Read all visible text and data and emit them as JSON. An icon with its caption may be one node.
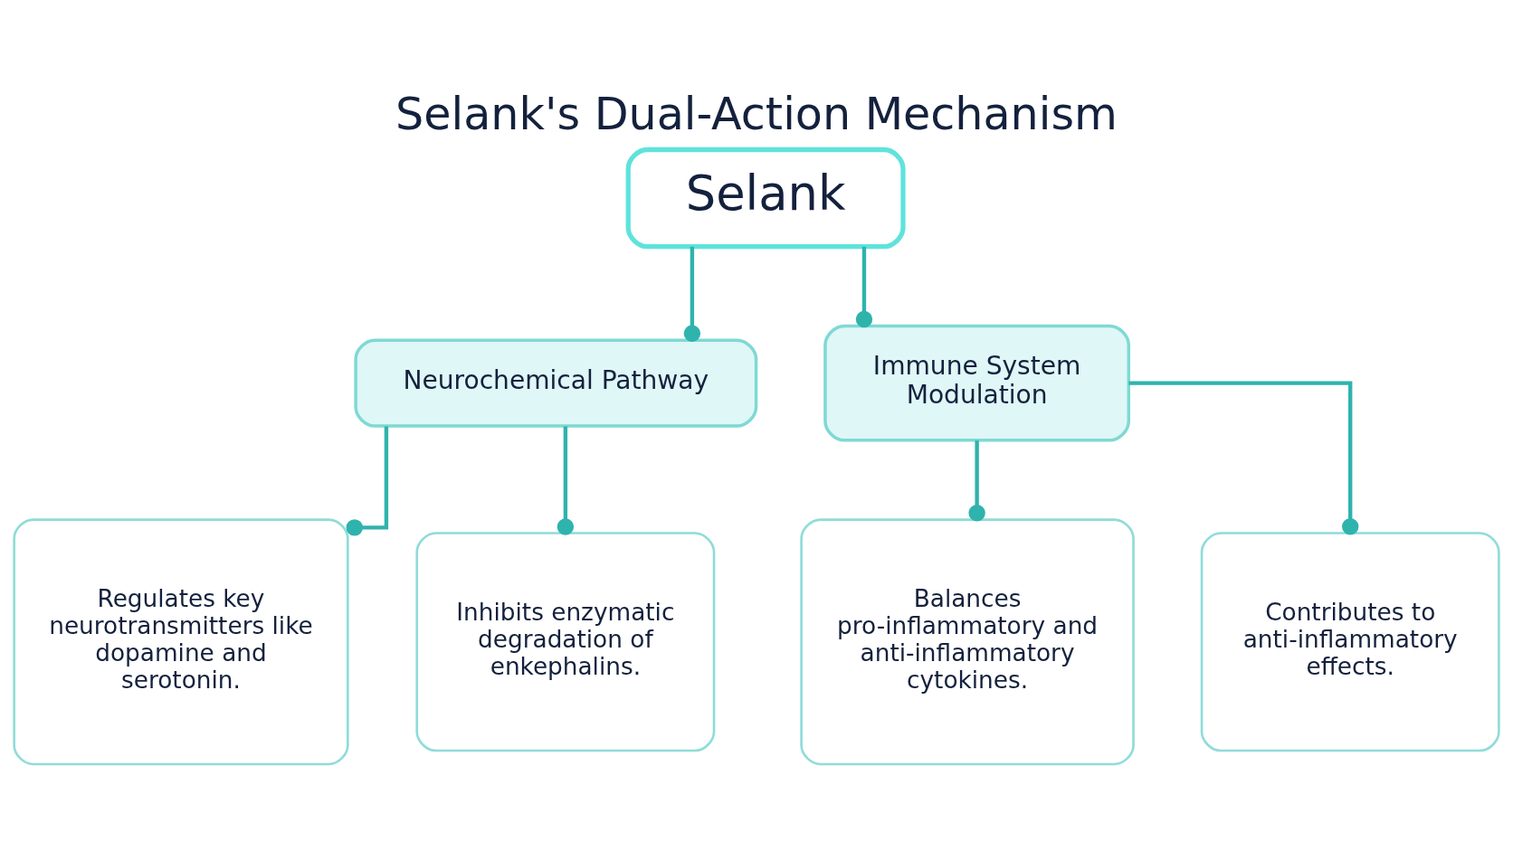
{
  "diagram": {
    "title": "Selank's Dual-Action Mechanism",
    "nodes": [
      {
        "text": [
          "Selank"
        ]
      },
      {
        "text": [
          "Neurochemical Pathway"
        ]
      },
      {
        "text": [
          "Immune System Modulation"
        ]
      },
      {
        "text": [
          "Regulates key neurotransmitters like dopamine and serotonin."
        ]
      },
      {
        "text": [
          "Inhibits enzymatic degradation of enkephalins."
        ]
      },
      {
        "text": [
          "Balances pro-inflammatory and anti-inflammatory cytokines."
        ]
      },
      {
        "text": [
          "Contributes to anti-inflammatory effects."
        ]
      }
    ],
    "edges": [
      {
        "from": 0,
        "to": 1,
        "arrow": "other"
      },
      {
        "from": 0,
        "to": 2,
        "arrow": "other"
      },
      {
        "from": 1,
        "to": 3,
        "arrow": "other"
      },
      {
        "from": 1,
        "to": 4,
        "arrow": "other"
      },
      {
        "from": 2,
        "to": 5,
        "arrow": "other"
      },
      {
        "from": 2,
        "to": 6,
        "arrow": "other"
      }
    ]
  }
}
